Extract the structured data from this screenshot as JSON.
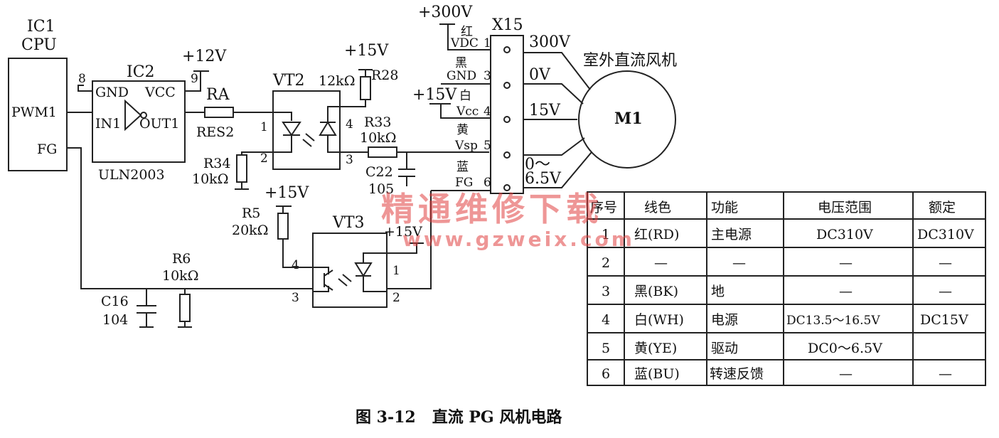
{
  "ic1": {
    "name": "IC1",
    "sub": "CPU",
    "pin_pwm": "PWM1",
    "pin_fg": "FG"
  },
  "ic2": {
    "name": "IC2",
    "part": "ULN2003",
    "pin_gnd": "GND",
    "pin_vcc": "VCC",
    "pin_in": "IN1",
    "pin_out": "OUT1",
    "pin8": "8",
    "pin9": "9",
    "vcc": "+12V"
  },
  "ra": {
    "name": "RA",
    "value": "RES2"
  },
  "vt2": {
    "name": "VT2",
    "p1": "1",
    "p2": "2",
    "p3": "3",
    "p4": "4",
    "vcc": "+15V"
  },
  "r28": {
    "name": "R28",
    "value": "12kΩ"
  },
  "r33": {
    "name": "R33",
    "value": "10kΩ"
  },
  "r34": {
    "name": "R34",
    "value": "10kΩ"
  },
  "c22": {
    "name": "C22",
    "value": "105"
  },
  "vt3": {
    "name": "VT3",
    "p1": "1",
    "p2": "2",
    "p3": "3",
    "p4": "4",
    "vcc": "+15V"
  },
  "r5": {
    "name": "R5",
    "value": "20kΩ",
    "vcc": "+15V"
  },
  "r6": {
    "name": "R6",
    "value": "10kΩ"
  },
  "c16": {
    "name": "C16",
    "value": "104"
  },
  "conn": {
    "name": "X15",
    "supply": "+300V",
    "vcc15": "+15V",
    "pins": [
      {
        "num": "1",
        "color": "红",
        "label": "VDC",
        "volt": "300V"
      },
      {
        "num": "3",
        "color": "黑",
        "label": "GND",
        "volt": "0V"
      },
      {
        "num": "4",
        "color": "白",
        "label": "Vcc",
        "volt": "15V"
      },
      {
        "num": "5",
        "color": "黄",
        "label": "Vsp",
        "volt": "0～"
      },
      {
        "num": "6",
        "color": "蓝",
        "label": "FG",
        "volt": "6.5V"
      }
    ]
  },
  "motor": {
    "name": "M1",
    "label": "室外直流风机"
  },
  "watermark": {
    "cn": "精通维修下载",
    "url": "www.gzweix.com"
  },
  "table": {
    "headers": [
      "序号",
      "线色",
      "功能",
      "电压范围",
      "额定"
    ],
    "rows": [
      [
        "1",
        "红(RD)",
        "主电源",
        "DC310V",
        "DC310V"
      ],
      [
        "2",
        "—",
        "—",
        "—",
        "—"
      ],
      [
        "3",
        "黑(BK)",
        "地",
        "—",
        "—"
      ],
      [
        "4",
        "白(WH)",
        "电源",
        "DC13.5～16.5V",
        "DC15V"
      ],
      [
        "5",
        "黄(YE)",
        "驱动",
        "DC0～6.5V",
        ""
      ],
      [
        "6",
        "蓝(BU)",
        "转速反馈",
        "—",
        "—"
      ]
    ]
  },
  "caption": "图 3-12   直流 PG 风机电路"
}
